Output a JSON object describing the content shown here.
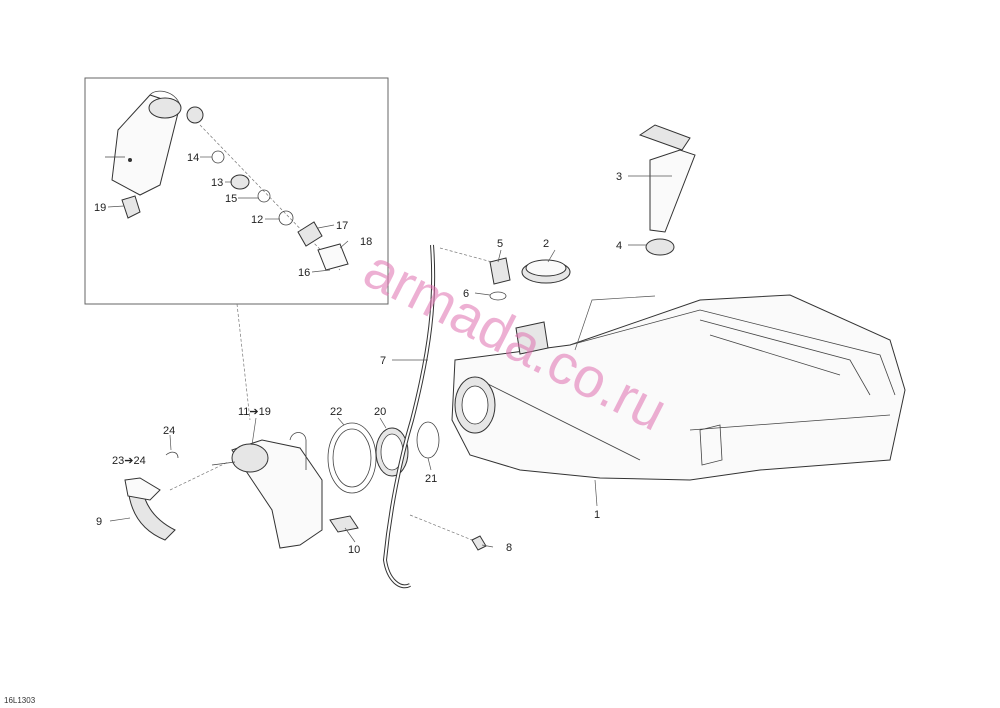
{
  "callouts": {
    "c1": "1",
    "c2": "2",
    "c3": "3",
    "c4": "4",
    "c5": "5",
    "c6": "6",
    "c7": "7",
    "c8": "8",
    "c9": "9",
    "c10": "10",
    "c11_19": "11➔19",
    "c12": "12",
    "c13": "13",
    "c14": "14",
    "c15": "15",
    "c16": "16",
    "c17": "17",
    "c18": "18",
    "c19": "19",
    "c20": "20",
    "c21": "21",
    "c22": "22",
    "c23_24": "23➔24",
    "c24": "24"
  },
  "reference": "16L1303",
  "watermark": "armada.co.ru",
  "colors": {
    "watermark": "#e070b0",
    "line": "#333333"
  }
}
